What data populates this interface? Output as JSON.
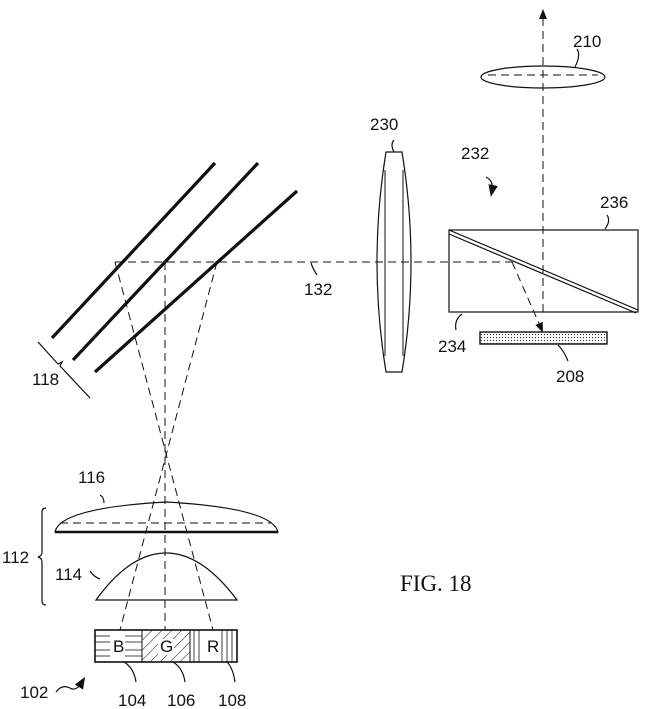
{
  "figure_title": "FIG. 18",
  "labels": {
    "l102": "102",
    "l104": "104",
    "l106": "106",
    "l108": "108",
    "l112": "112",
    "l114": "114",
    "l116": "116",
    "l118": "118",
    "l132": "132",
    "l208": "208",
    "l210": "210",
    "l230": "230",
    "l232": "232",
    "l234": "234",
    "l236": "236"
  },
  "color_segments": {
    "blue": "B",
    "green": "G",
    "red": "R"
  }
}
